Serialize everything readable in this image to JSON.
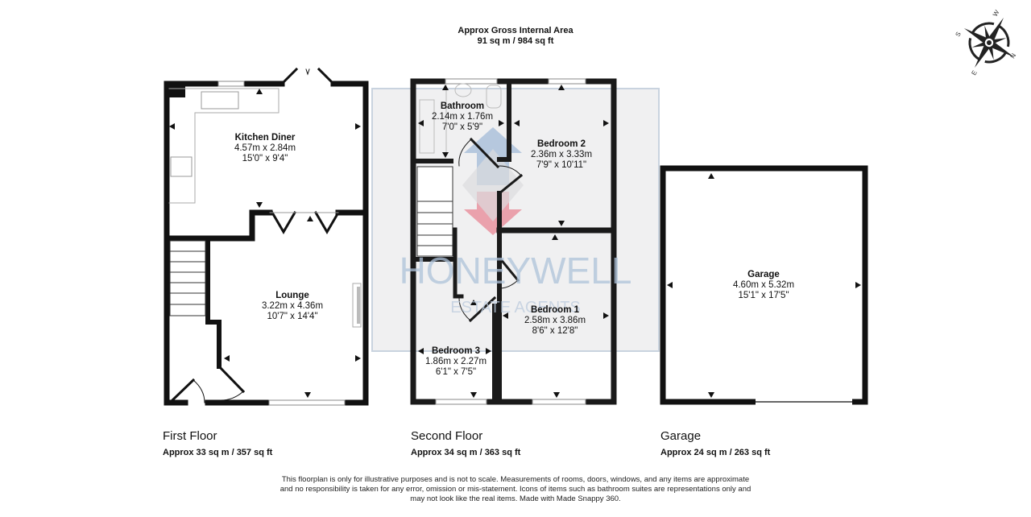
{
  "header": {
    "title": "Approx Gross Internal Area",
    "area": "91 sq m / 984 sq ft"
  },
  "compass": {
    "labels": [
      "N",
      "E",
      "S",
      "W"
    ],
    "icon": "compass-rose-icon"
  },
  "watermark": {
    "brand": "HONEYWELL",
    "subtitle": "ESTATE AGENTS",
    "colors": {
      "blue": "#a9c1dd",
      "red": "#e88a98"
    }
  },
  "floors": [
    {
      "title": "First Floor",
      "area": "Approx 33 sq m / 357 sq ft",
      "rooms": [
        {
          "name": "Kitchen Diner",
          "metric": "4.57m x 2.84m",
          "imperial": "15'0\" x 9'4\""
        },
        {
          "name": "Lounge",
          "metric": "3.22m x 4.36m",
          "imperial": "10'7\" x 14'4\""
        }
      ]
    },
    {
      "title": "Second Floor",
      "area": "Approx 34 sq m / 363 sq ft",
      "rooms": [
        {
          "name": "Bathroom",
          "metric": "2.14m x 1.76m",
          "imperial": "7'0\" x 5'9\""
        },
        {
          "name": "Bedroom 2",
          "metric": "2.36m x 3.33m",
          "imperial": "7'9\" x 10'11\""
        },
        {
          "name": "Bedroom 1",
          "metric": "2.58m x 3.86m",
          "imperial": "8'6\" x 12'8\""
        },
        {
          "name": "Bedroom 3",
          "metric": "1.86m x 2.27m",
          "imperial": "6'1\" x 7'5\""
        }
      ]
    },
    {
      "title": "Garage",
      "area": "Approx 24 sq m / 263 sq ft",
      "rooms": [
        {
          "name": "Garage",
          "metric": "4.60m x 5.32m",
          "imperial": "15'1\" x 17'5\""
        }
      ]
    }
  ],
  "disclaimer": {
    "line1": "This floorplan is only for illustrative purposes and is not to scale. Measurements of rooms, doors, windows, and any items are approximate",
    "line2": "and no responsibility is taken for any error, omission or mis-statement. Icons of items such as bathroom suites are representations only and",
    "line3": "may not look like the real items. Made with Made Snappy 360."
  }
}
